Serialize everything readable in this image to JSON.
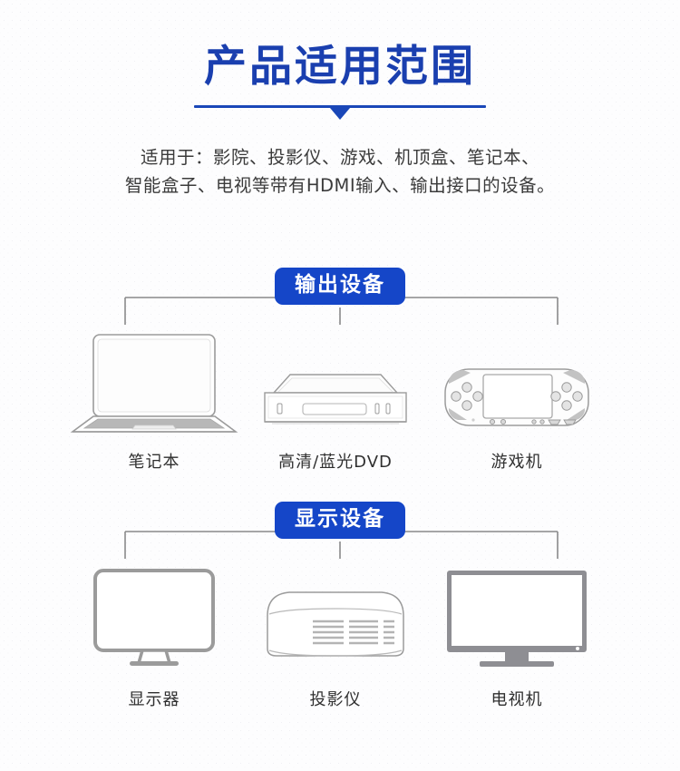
{
  "header": {
    "title": "产品适用范围",
    "divider_icon": "horizontal-rule",
    "chevron_icon": "chevron-down-icon",
    "description_line1": "适用于：影院、投影仪、游戏、机顶盒、笔记本、",
    "description_line2": "智能盒子、电视等带有HDMI输入、输出接口的设备。"
  },
  "colors": {
    "title_blue": "#1a3faf",
    "badge_blue": "#1546c8",
    "line_gray": "#8a8a8a",
    "text_dark": "#2f2f2f",
    "background": "#fdfdfe"
  },
  "sections": [
    {
      "badge": "输出设备",
      "devices": [
        {
          "label": "笔记本",
          "icon": "laptop-icon"
        },
        {
          "label": "高清/蓝光DVD",
          "icon": "dvd-player-icon"
        },
        {
          "label": "游戏机",
          "icon": "handheld-game-console-icon"
        }
      ]
    },
    {
      "badge": "显示设备",
      "devices": [
        {
          "label": "显示器",
          "icon": "monitor-icon"
        },
        {
          "label": "投影仪",
          "icon": "projector-icon"
        },
        {
          "label": "电视机",
          "icon": "television-icon"
        }
      ]
    }
  ]
}
